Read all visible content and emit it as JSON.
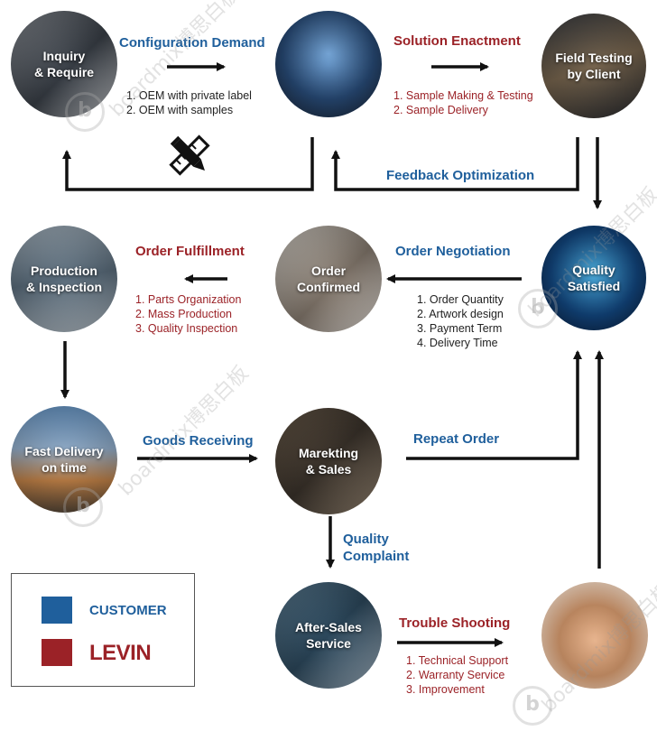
{
  "colors": {
    "customer": "#1f5f9c",
    "levin": "#9b2227",
    "arrow": "#111111",
    "list_text": "#222222"
  },
  "circles": {
    "inquiry": "Inquiry\n& Require",
    "config_image": "",
    "field_testing": "Field Testing\nby Client",
    "production": "Production\n& Inspection",
    "order_confirmed": "Order\nConfirmed",
    "quality_satisfied": "Quality\nSatisfied",
    "fast_delivery": "Fast Delivery\non time",
    "marketing": "Marekting\n& Sales",
    "after_sales": "After-Sales\nService",
    "thumbs_image": ""
  },
  "labels": {
    "configuration_demand": "Configuration Demand",
    "solution_enactment": "Solution Enactment",
    "feedback_optimization": "Feedback Optimization",
    "order_fulfillment": "Order Fulfillment",
    "order_negotiation": "Order Negotiation",
    "goods_receiving": "Goods Receiving",
    "repeat_order": "Repeat Order",
    "quality_complaint": "Quality\nComplaint",
    "trouble_shooting": "Trouble Shooting"
  },
  "lists": {
    "configuration_demand": [
      "1. OEM with private label",
      "2. OEM with samples"
    ],
    "solution_enactment": [
      "1. Sample Making & Testing",
      "2. Sample Delivery"
    ],
    "order_fulfillment": [
      "1. Parts Organization",
      "2. Mass Production",
      "3. Quality Inspection"
    ],
    "order_negotiation": [
      "1. Order Quantity",
      "2. Artwork design",
      "3. Payment Term",
      "4. Delivery Time"
    ],
    "trouble_shooting": [
      "1. Technical Support",
      "2. Warranty Service",
      "3. Improvement"
    ]
  },
  "legend": {
    "customer": "CUSTOMER",
    "levin": "LEVIN"
  },
  "watermark": {
    "text": "boardmix博思白板",
    "badge": "b"
  }
}
